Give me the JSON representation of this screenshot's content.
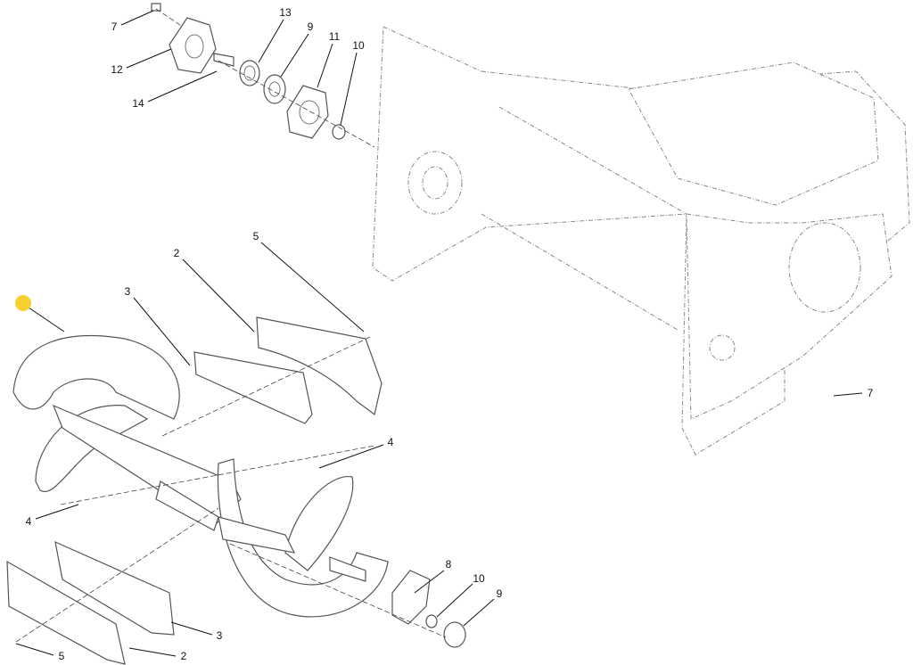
{
  "diagram": {
    "callouts": [
      {
        "id": "c1",
        "label": "7"
      },
      {
        "id": "c2",
        "label": "12"
      },
      {
        "id": "c3",
        "label": "14"
      },
      {
        "id": "c4",
        "label": "13"
      },
      {
        "id": "c5",
        "label": "9"
      },
      {
        "id": "c6",
        "label": "11"
      },
      {
        "id": "c7",
        "label": "10"
      },
      {
        "id": "c8",
        "label": "2"
      },
      {
        "id": "c9",
        "label": "5"
      },
      {
        "id": "c10",
        "label": "3"
      },
      {
        "id": "c11",
        "label": "4"
      },
      {
        "id": "c12",
        "label": "4"
      },
      {
        "id": "c13",
        "label": "8"
      },
      {
        "id": "c14",
        "label": "10"
      },
      {
        "id": "c15",
        "label": "9"
      },
      {
        "id": "c16",
        "label": "3"
      },
      {
        "id": "c17",
        "label": "5"
      },
      {
        "id": "c18",
        "label": "2"
      },
      {
        "id": "c19",
        "label": "7"
      }
    ],
    "marker_color": "#f7d030"
  }
}
